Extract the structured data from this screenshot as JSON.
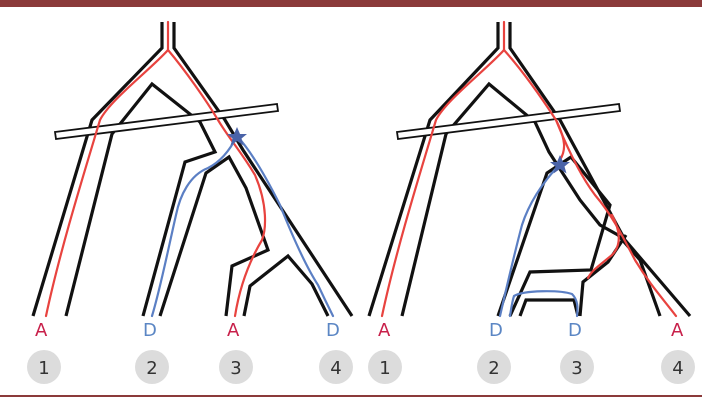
{
  "colors": {
    "top_bar": "#8b3a3a",
    "bottom_rule": "#8b3a3a",
    "tube_outline": "#111111",
    "lineage_A": "#e8433f",
    "lineage_D": "#5b7fc4",
    "label_A": "#c8204a",
    "label_D": "#5b86c4",
    "mutation_star": "#4a63a8",
    "number_circle": "#dcdcdc",
    "number_text": "#333333"
  },
  "panels": [
    {
      "alleles": [
        "A",
        "D",
        "A",
        "D"
      ],
      "numbers": [
        "1",
        "2",
        "3",
        "4"
      ],
      "mutation_icon": "star-icon"
    },
    {
      "alleles": [
        "A",
        "D",
        "D",
        "A"
      ],
      "numbers": [
        "1",
        "2",
        "3",
        "4"
      ],
      "mutation_icon": "star-icon"
    }
  ]
}
